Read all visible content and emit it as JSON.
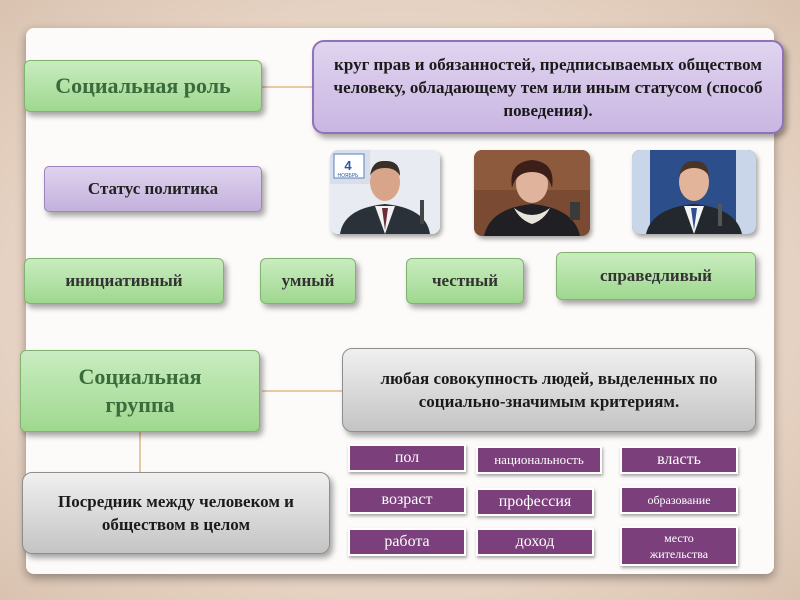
{
  "social_role": {
    "title": "Социальная роль",
    "definition": "круг прав и обязанностей, предписываемых обществом человеку, обладающему тем или иным статусом (способ поведения)."
  },
  "politician": {
    "status_label": "Статус политика",
    "photo_badge": "4",
    "photo_badge_caption": "НОЯБРЬ",
    "traits": [
      "инициативный",
      "умный",
      "честный",
      "справедливый"
    ]
  },
  "social_group": {
    "title": "Социальная группа",
    "definition": "любая совокупность людей, выделенных по социально-значимым критериям.",
    "mediator": "Посредник между человеком и  обществом в целом",
    "criteria": [
      "пол",
      "национальность",
      "власть",
      "возраст",
      "профессия",
      "образование",
      "работа",
      "доход",
      "место жительства"
    ]
  },
  "colors": {
    "green": "#a8dc98",
    "purple_border": "#8f72b8",
    "tag": "#7b3f7c",
    "connector": "#e7c9a4"
  }
}
